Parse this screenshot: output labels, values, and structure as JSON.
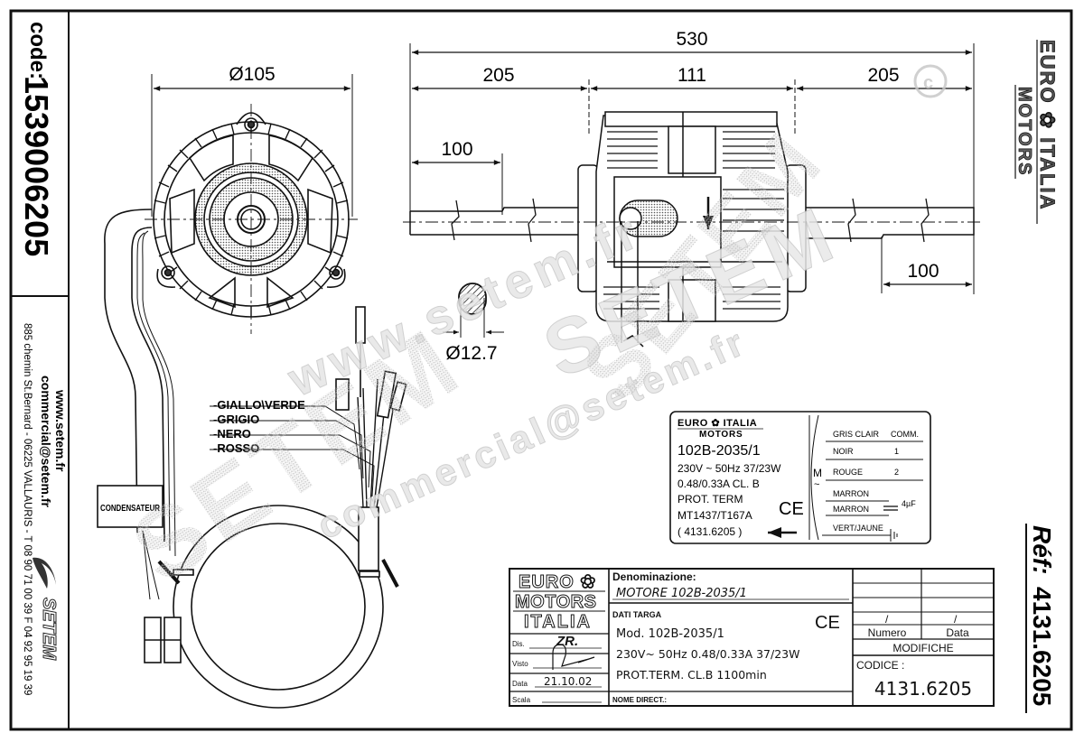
{
  "left_strip": {
    "code_label": "code:",
    "code_value": "1539006205",
    "website": "www.setem.fr",
    "email": "commercial@setem.fr",
    "address": "885 chemin St.Bernard  -  06225 VALLAURIS  -  T 08 90 71 00 39  F 04 92 95 19 39",
    "brand": "SETEM"
  },
  "right_strip": {
    "logo_line1": "EURO ✿ ITALIA",
    "logo_line2": "MOTORS",
    "ref_label": "Réf:",
    "ref_value": "4131.6205"
  },
  "dimensions": {
    "diameter_body": "Ø105",
    "overall_length": "530",
    "shaft_left": "205",
    "body_length": "111",
    "shaft_right": "205",
    "flat_left": "100",
    "flat_right": "100",
    "shaft_diameter": "Ø12.7"
  },
  "wires": {
    "labels": [
      "-GIALLO\\VERDE",
      "-GRIGIO",
      "-NERO",
      "-ROSSO"
    ],
    "capacitor_label": "CONDENSATEUR"
  },
  "nameplate": {
    "brand_line1": "EURO ✿ ITALIA",
    "brand_line2": "MOTORS",
    "model": "102B-2035/1",
    "line1": "230V ~  50Hz  37/23W",
    "line2": "0.48/0.33A   CL. B",
    "line3": "PROT. TERM",
    "line4": "MT1437/T167A",
    "line5": "( 4131.6205 )",
    "ce": "CE",
    "motor_symbol": "M",
    "wiring": {
      "header_col1": "GRIS CLAIR",
      "header_col2": "COMM.",
      "rows": [
        {
          "wire": "NOIR",
          "value": "1"
        },
        {
          "wire": "ROUGE",
          "value": "2"
        },
        {
          "wire": "MARRON",
          "value": ""
        },
        {
          "wire": "MARRON",
          "value": ""
        },
        {
          "wire": "VERT/JAUNE",
          "value": ""
        }
      ],
      "capacitor": "4µF"
    }
  },
  "title_block": {
    "logo_line1": "EURO ✿",
    "logo_line2": "MOTORS",
    "logo_line3": "ITALIA",
    "dis_label": "Dis.",
    "dis_value": "ZR.",
    "visto_label": "Visto",
    "data_label": "Data",
    "data_value": "21.10.02",
    "scala_label": "Scala",
    "denominazione_label": "Denominazione:",
    "denominazione_value": "MOTORE  102B-2035/1",
    "dati_targa_label": "DATI TARGA",
    "ce": "CE",
    "mod": "Mod.  102B-2035/1",
    "elec": "230V~   50Hz   0.48/0.33A   37/23W",
    "prot": "PROT.TERM.   CL.B   1100min",
    "nome_direct_label": "NOME DIRECT.:",
    "numero_label": "Numero",
    "data_col_label": "Data",
    "slash": "/",
    "modifiche_label": "MODIFICHE",
    "codice_label": "CODICE  :",
    "codice_value": "4131.6205"
  },
  "watermarks": {
    "url": "www.setem.fr",
    "brand": "SETEM",
    "email": "commercial@setem.fr"
  }
}
